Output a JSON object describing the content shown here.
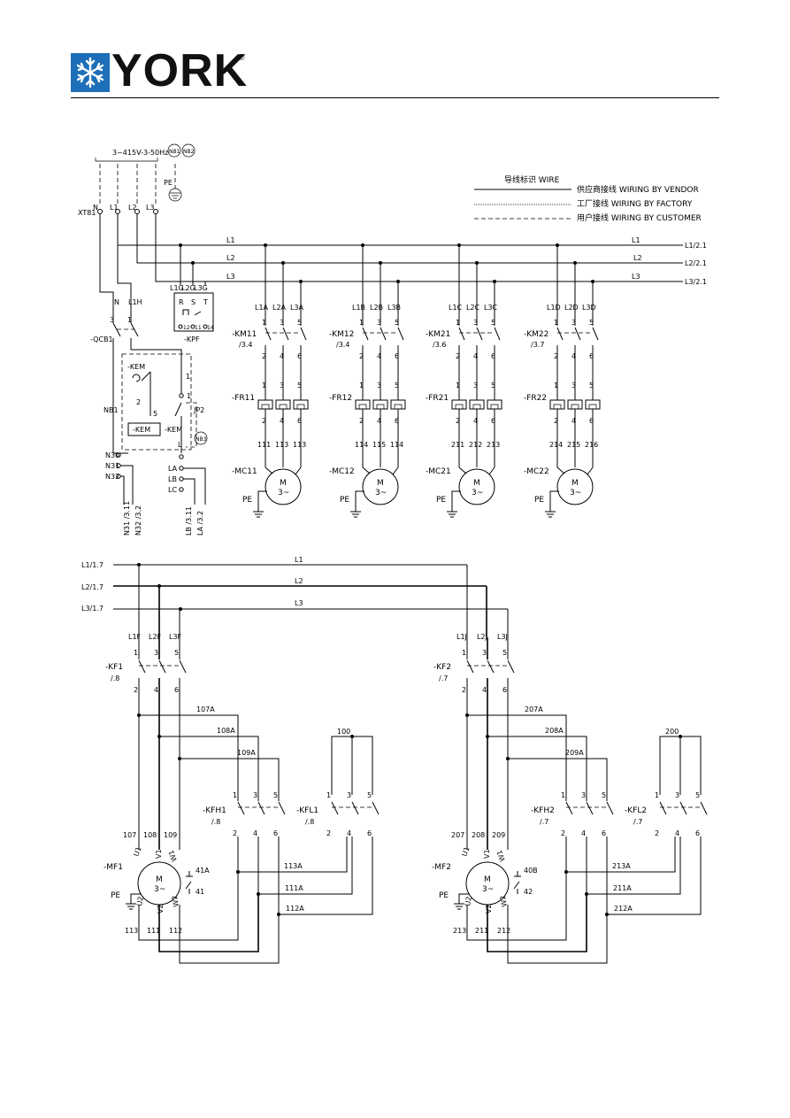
{
  "header": {
    "brand": "YORK",
    "registered": "®",
    "logo_icon": "snowflake-icon"
  },
  "legend": {
    "title": "导线标识 WIRE",
    "vendor": "供应商接线 WIRING BY VENDOR",
    "factory": "工厂接线 WIRING BY FACTORY",
    "customer": "用户接线 WIRING BY CUSTOMER"
  },
  "supply": {
    "voltage": "3~415V-3-50Hz",
    "nb1": "NB1",
    "nb2": "NB2",
    "nb3": "NB3",
    "terminal": "XT81",
    "pe": "PE",
    "n": "N",
    "l1": "L1",
    "l2": "L2",
    "l3": "L3"
  },
  "busbars": {
    "l1": "L1",
    "l2": "L2",
    "l3": "L3",
    "l1_ref": "L1/2.1",
    "l2_ref": "L2/2.1",
    "l3_ref": "L3/2.1",
    "l1_in": "L1/1.7",
    "l2_in": "L2/1.7",
    "l3_in": "L3/1.7"
  },
  "control": {
    "qcb": "-QCB1",
    "kpf": "-KPF",
    "kpf_terms": [
      "L1G",
      "L2G",
      "L3G"
    ],
    "kpf_rst": [
      "R",
      "S",
      "T"
    ],
    "kpf_out": [
      "12",
      "11",
      "14"
    ],
    "kem": "-KEM",
    "kem_coil": "-KEM",
    "n_label": "N",
    "l1h": "L1H",
    "nb1_lbl": "NB1",
    "n30": "N30",
    "n31": "N31",
    "n32": "N32",
    "la": "LA",
    "lb": "LB",
    "lc": "LC",
    "l": "L",
    "jp2": "JP2",
    "out_n31": "N31 /3.11",
    "out_n32": "N32 /3.2",
    "out_lb": "LB /3.11",
    "out_la": "LA /3.2"
  },
  "motors_top": [
    {
      "km": "-KM11",
      "km_ref": "/3.4",
      "fr": "-FR11",
      "mc": "-MC11",
      "phases": [
        "L1A",
        "L2A",
        "L3A"
      ],
      "wires": [
        "111",
        "113",
        "113"
      ]
    },
    {
      "km": "-KM12",
      "km_ref": "/3.4",
      "fr": "-FR12",
      "mc": "-MC12",
      "phases": [
        "L1B",
        "L2B",
        "L3B"
      ],
      "wires": [
        "114",
        "115",
        "114"
      ]
    },
    {
      "km": "-KM21",
      "km_ref": "/3.6",
      "fr": "-FR21",
      "mc": "-MC21",
      "phases": [
        "L1C",
        "L2C",
        "L3C"
      ],
      "wires": [
        "211",
        "212",
        "213"
      ]
    },
    {
      "km": "-KM22",
      "km_ref": "/3.7",
      "fr": "-FR22",
      "mc": "-MC22",
      "phases": [
        "L1D",
        "L2D",
        "L3D"
      ],
      "wires": [
        "214",
        "215",
        "216"
      ]
    }
  ],
  "motor_symbol": {
    "m": "M",
    "phase": "3~",
    "pe": "PE"
  },
  "fans": [
    {
      "kf": "-KF1",
      "kf_ref": "/.8",
      "phases": [
        "L1F",
        "L2F",
        "L3F"
      ],
      "bridges": [
        "107A",
        "108A",
        "109A"
      ],
      "kfh": "-KFH1",
      "kfh_ref": "/.8",
      "kfl": "-KFL1",
      "kfl_ref": "/.8",
      "kfl_bridge": "100",
      "motor": "-MF1",
      "m_terms": [
        "107",
        "108",
        "109"
      ],
      "bot_terms": [
        "113",
        "111",
        "112"
      ],
      "therm": [
        "41A",
        "41"
      ],
      "out": [
        "113A",
        "111A",
        "112A"
      ]
    },
    {
      "kf": "-KF2",
      "kf_ref": "/.7",
      "phases": [
        "L1J",
        "L2J",
        "L3J"
      ],
      "bridges": [
        "207A",
        "208A",
        "209A"
      ],
      "kfh": "-KFH2",
      "kfh_ref": "/.7",
      "kfl": "-KFL2",
      "kfl_ref": "/.7",
      "kfl_bridge": "200",
      "motor": "-MF2",
      "m_terms": [
        "207",
        "208",
        "209"
      ],
      "bot_terms": [
        "213",
        "211",
        "212"
      ],
      "therm": [
        "40B",
        "42"
      ],
      "out": [
        "213A",
        "211A",
        "212A"
      ]
    }
  ],
  "pins": {
    "in": [
      "1",
      "3",
      "5"
    ],
    "out": [
      "2",
      "4",
      "6"
    ],
    "motor_top": [
      "U1",
      "V1",
      "W1"
    ],
    "motor_bot": [
      "U2",
      "V2",
      "W2"
    ]
  },
  "colors": {
    "ink": "#000000",
    "logo": "#1d6fb8"
  }
}
